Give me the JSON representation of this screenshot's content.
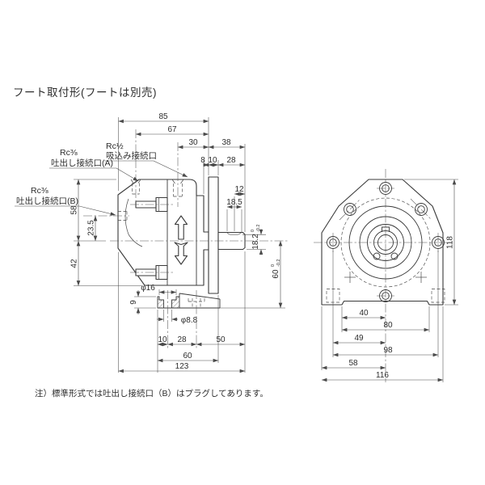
{
  "title": "フート取付形(フートは別売)",
  "note": "注）標準形式では吐出し接続口（B）はプラグしてあります。",
  "ports": {
    "suction_size": "Rc½",
    "suction_label": "吸込み接続口",
    "discharge_a_size": "Rc⅜",
    "discharge_a_label": "吐出し接続口(A)",
    "discharge_b_size": "Rc⅜",
    "discharge_b_label": "吐出し接続口(B)"
  },
  "side_dims": {
    "d85": "85",
    "d67": "67",
    "d30": "30",
    "d38": "38",
    "d8": "8",
    "d10": "10",
    "d28s": "28",
    "d12": "12",
    "d185": "18.5",
    "d182": "18.2",
    "tol0": "0",
    "tolm02": "-0.2",
    "d58": "58",
    "d235": "23.5",
    "d42": "42",
    "d60c": "60",
    "d9": "9",
    "dphi16": "φ16",
    "dphi88": "φ8.8",
    "d10f": "10",
    "d28f": "28",
    "d50": "50",
    "d60f": "60",
    "d123": "123"
  },
  "front_dims": {
    "d118": "118",
    "d40": "40",
    "d80": "80",
    "d49": "49",
    "d98": "98",
    "d58": "58",
    "d116": "116"
  }
}
